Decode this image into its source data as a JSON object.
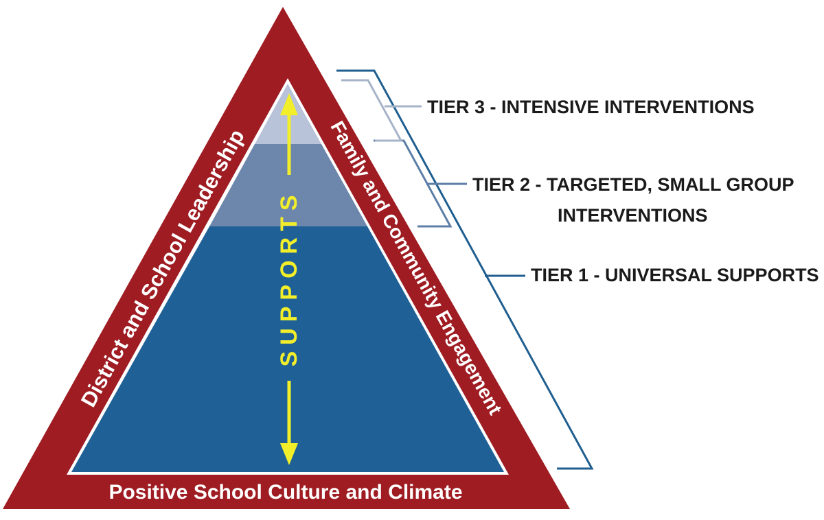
{
  "diagram": {
    "left_side_label": "District and School Leadership",
    "right_side_label": "Family and Community Engagement",
    "base_label": "Positive School Culture and Climate",
    "center_label": "SUPPORTS",
    "tiers": [
      {
        "id": "tier3",
        "line1": "TIER 3 - INTENSIVE INTERVENTIONS",
        "line2": ""
      },
      {
        "id": "tier2",
        "line1": "TIER 2 - TARGETED, SMALL GROUP",
        "line2": "INTERVENTIONS"
      },
      {
        "id": "tier1",
        "line1": "TIER 1 - UNIVERSAL SUPPORTS",
        "line2": ""
      }
    ]
  },
  "colors": {
    "frame": "#9e1c22",
    "tier1": "#1f6196",
    "tier2": "#6d86ac",
    "tier3": "#b8c2d9",
    "arrow": "#f2ee2a",
    "bracket_tier1": "#1f5e8f",
    "bracket_tier2": "#5c7ea6",
    "bracket_tier3": "#a6b3c8"
  }
}
